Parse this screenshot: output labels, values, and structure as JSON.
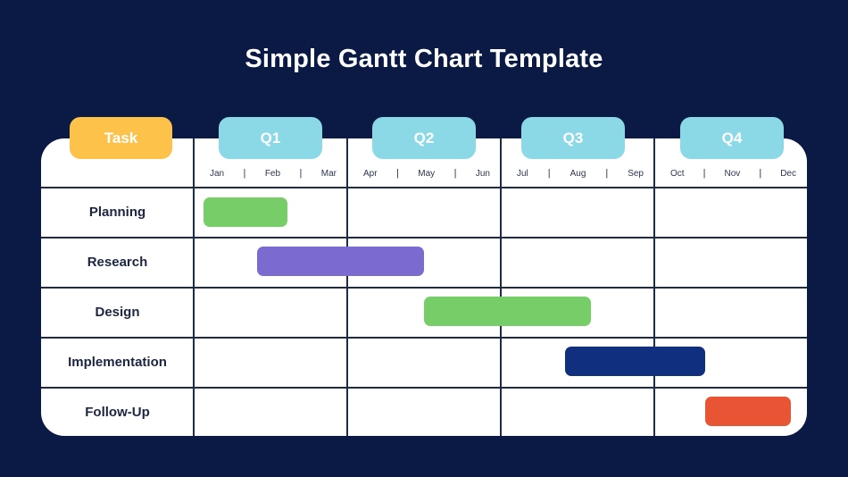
{
  "title": "Simple Gantt Chart Template",
  "header": {
    "task_label": "Task",
    "quarters": [
      {
        "label": "Q1",
        "months": [
          "Jan",
          "Feb",
          "Mar"
        ]
      },
      {
        "label": "Q2",
        "months": [
          "Apr",
          "May",
          "Jun"
        ]
      },
      {
        "label": "Q3",
        "months": [
          "Jul",
          "Aug",
          "Sep"
        ]
      },
      {
        "label": "Q4",
        "months": [
          "Oct",
          "Nov",
          "Dec"
        ]
      }
    ],
    "separator": "|"
  },
  "colors": {
    "background": "#0A1A45",
    "task_pill": "#FDC24A",
    "quarter_pill": "#8BD8E6",
    "green": "#77CE68",
    "purple": "#7B6BD0",
    "navy": "#10307F",
    "orange": "#E85535"
  },
  "tasks": [
    {
      "name": "Planning",
      "start_month": 0.2,
      "end_month": 1.85,
      "color": "#77CE68"
    },
    {
      "name": "Research",
      "start_month": 1.25,
      "end_month": 4.5,
      "color": "#7B6BD0"
    },
    {
      "name": "Design",
      "start_month": 4.5,
      "end_month": 7.75,
      "color": "#77CE68"
    },
    {
      "name": "Implementation",
      "start_month": 7.25,
      "end_month": 10.0,
      "color": "#10307F"
    },
    {
      "name": "Follow-Up",
      "start_month": 10.0,
      "end_month": 11.7,
      "color": "#E85535"
    }
  ],
  "chart_data": {
    "type": "gantt",
    "title": "Simple Gantt Chart Template",
    "x_axis": {
      "groups": [
        "Q1",
        "Q2",
        "Q3",
        "Q4"
      ],
      "ticks": [
        "Jan",
        "Feb",
        "Mar",
        "Apr",
        "May",
        "Jun",
        "Jul",
        "Aug",
        "Sep",
        "Oct",
        "Nov",
        "Dec"
      ]
    },
    "categories": [
      "Planning",
      "Research",
      "Design",
      "Implementation",
      "Follow-Up"
    ],
    "series": [
      {
        "task": "Planning",
        "start": "early Jan",
        "end": "late Feb",
        "start_month_index": 0.2,
        "end_month_index": 1.85,
        "color": "#77CE68"
      },
      {
        "task": "Research",
        "start": "mid Feb",
        "end": "mid May",
        "start_month_index": 1.25,
        "end_month_index": 4.5,
        "color": "#7B6BD0"
      },
      {
        "task": "Design",
        "start": "mid May",
        "end": "late Aug",
        "start_month_index": 4.5,
        "end_month_index": 7.75,
        "color": "#77CE68"
      },
      {
        "task": "Implementation",
        "start": "early Aug",
        "end": "end Oct",
        "start_month_index": 7.25,
        "end_month_index": 10.0,
        "color": "#10307F"
      },
      {
        "task": "Follow-Up",
        "start": "start Nov",
        "end": "late Dec",
        "start_month_index": 10.0,
        "end_month_index": 11.7,
        "color": "#E85535"
      }
    ],
    "grid": true,
    "legend": "none"
  }
}
